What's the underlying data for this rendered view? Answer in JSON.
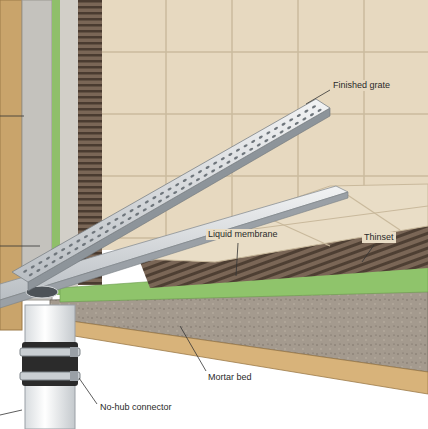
{
  "diagram": {
    "labels": [
      "Finished grate",
      "Liquid membrane",
      "Thinset",
      "No-hub connector",
      "Mortar bed"
    ]
  }
}
